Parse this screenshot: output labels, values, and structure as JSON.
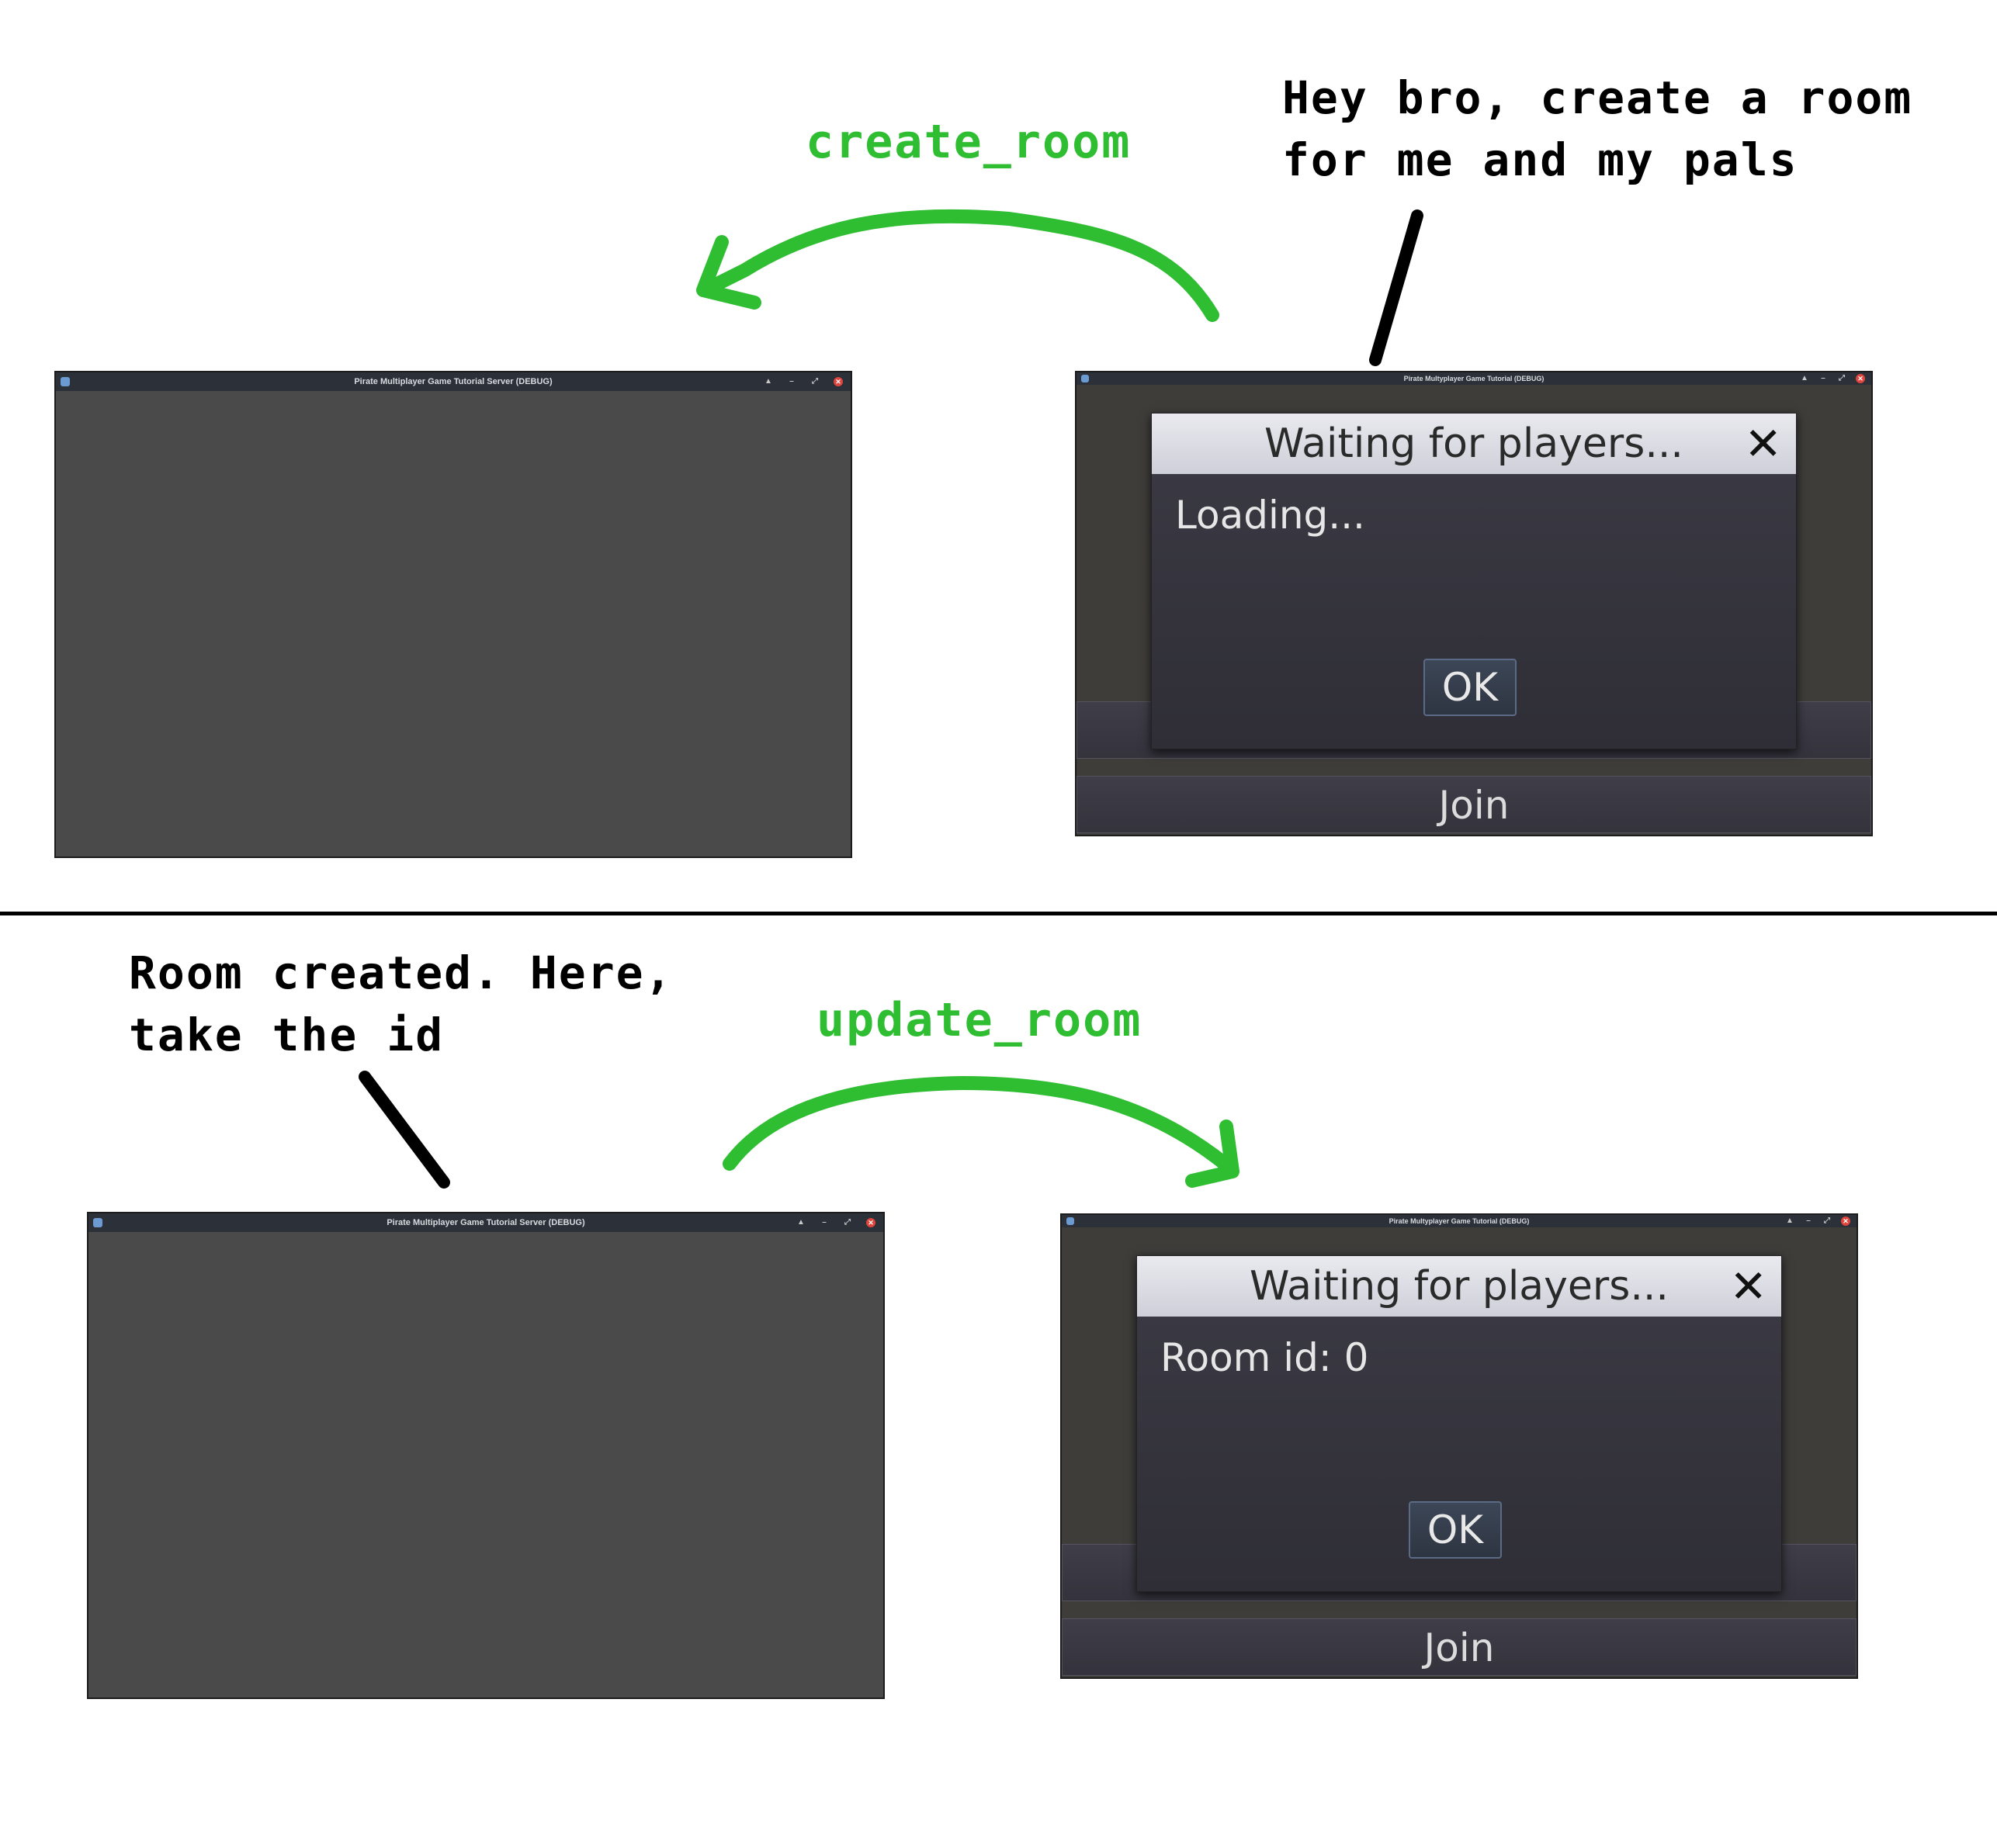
{
  "top": {
    "annotation": "Hey bro, create a room\nfor me and my pals",
    "arrow_label": "create_room",
    "server_window": {
      "title": "Pirate Multiplayer Game Tutorial Server (DEBUG)"
    },
    "client_window": {
      "title": "Pirate Multyplayer Game Tutorial (DEBUG)",
      "dialog_title": "Waiting for players...",
      "dialog_close": "✕",
      "dialog_text": "Loading...",
      "ok_label": "OK",
      "join_label": "Join"
    }
  },
  "bottom": {
    "annotation": "Room created. Here,\ntake the id",
    "arrow_label": "update_room",
    "server_window": {
      "title": "Pirate Multiplayer Game Tutorial Server (DEBUG)"
    },
    "client_window": {
      "title": "Pirate Multyplayer Game Tutorial (DEBUG)",
      "dialog_title": "Waiting for players...",
      "dialog_close": "✕",
      "dialog_text": "Room id: 0",
      "ok_label": "OK",
      "join_label": "Join"
    }
  },
  "titlebar_icons": [
    "app-icon",
    "keep-above-icon",
    "minimize-icon",
    "maximize-icon",
    "close-icon"
  ],
  "colors": {
    "arrow": "#2fbd32",
    "window_bg": "#4a4a4a",
    "titlebar": "#2c3038",
    "close": "#e0453d"
  }
}
